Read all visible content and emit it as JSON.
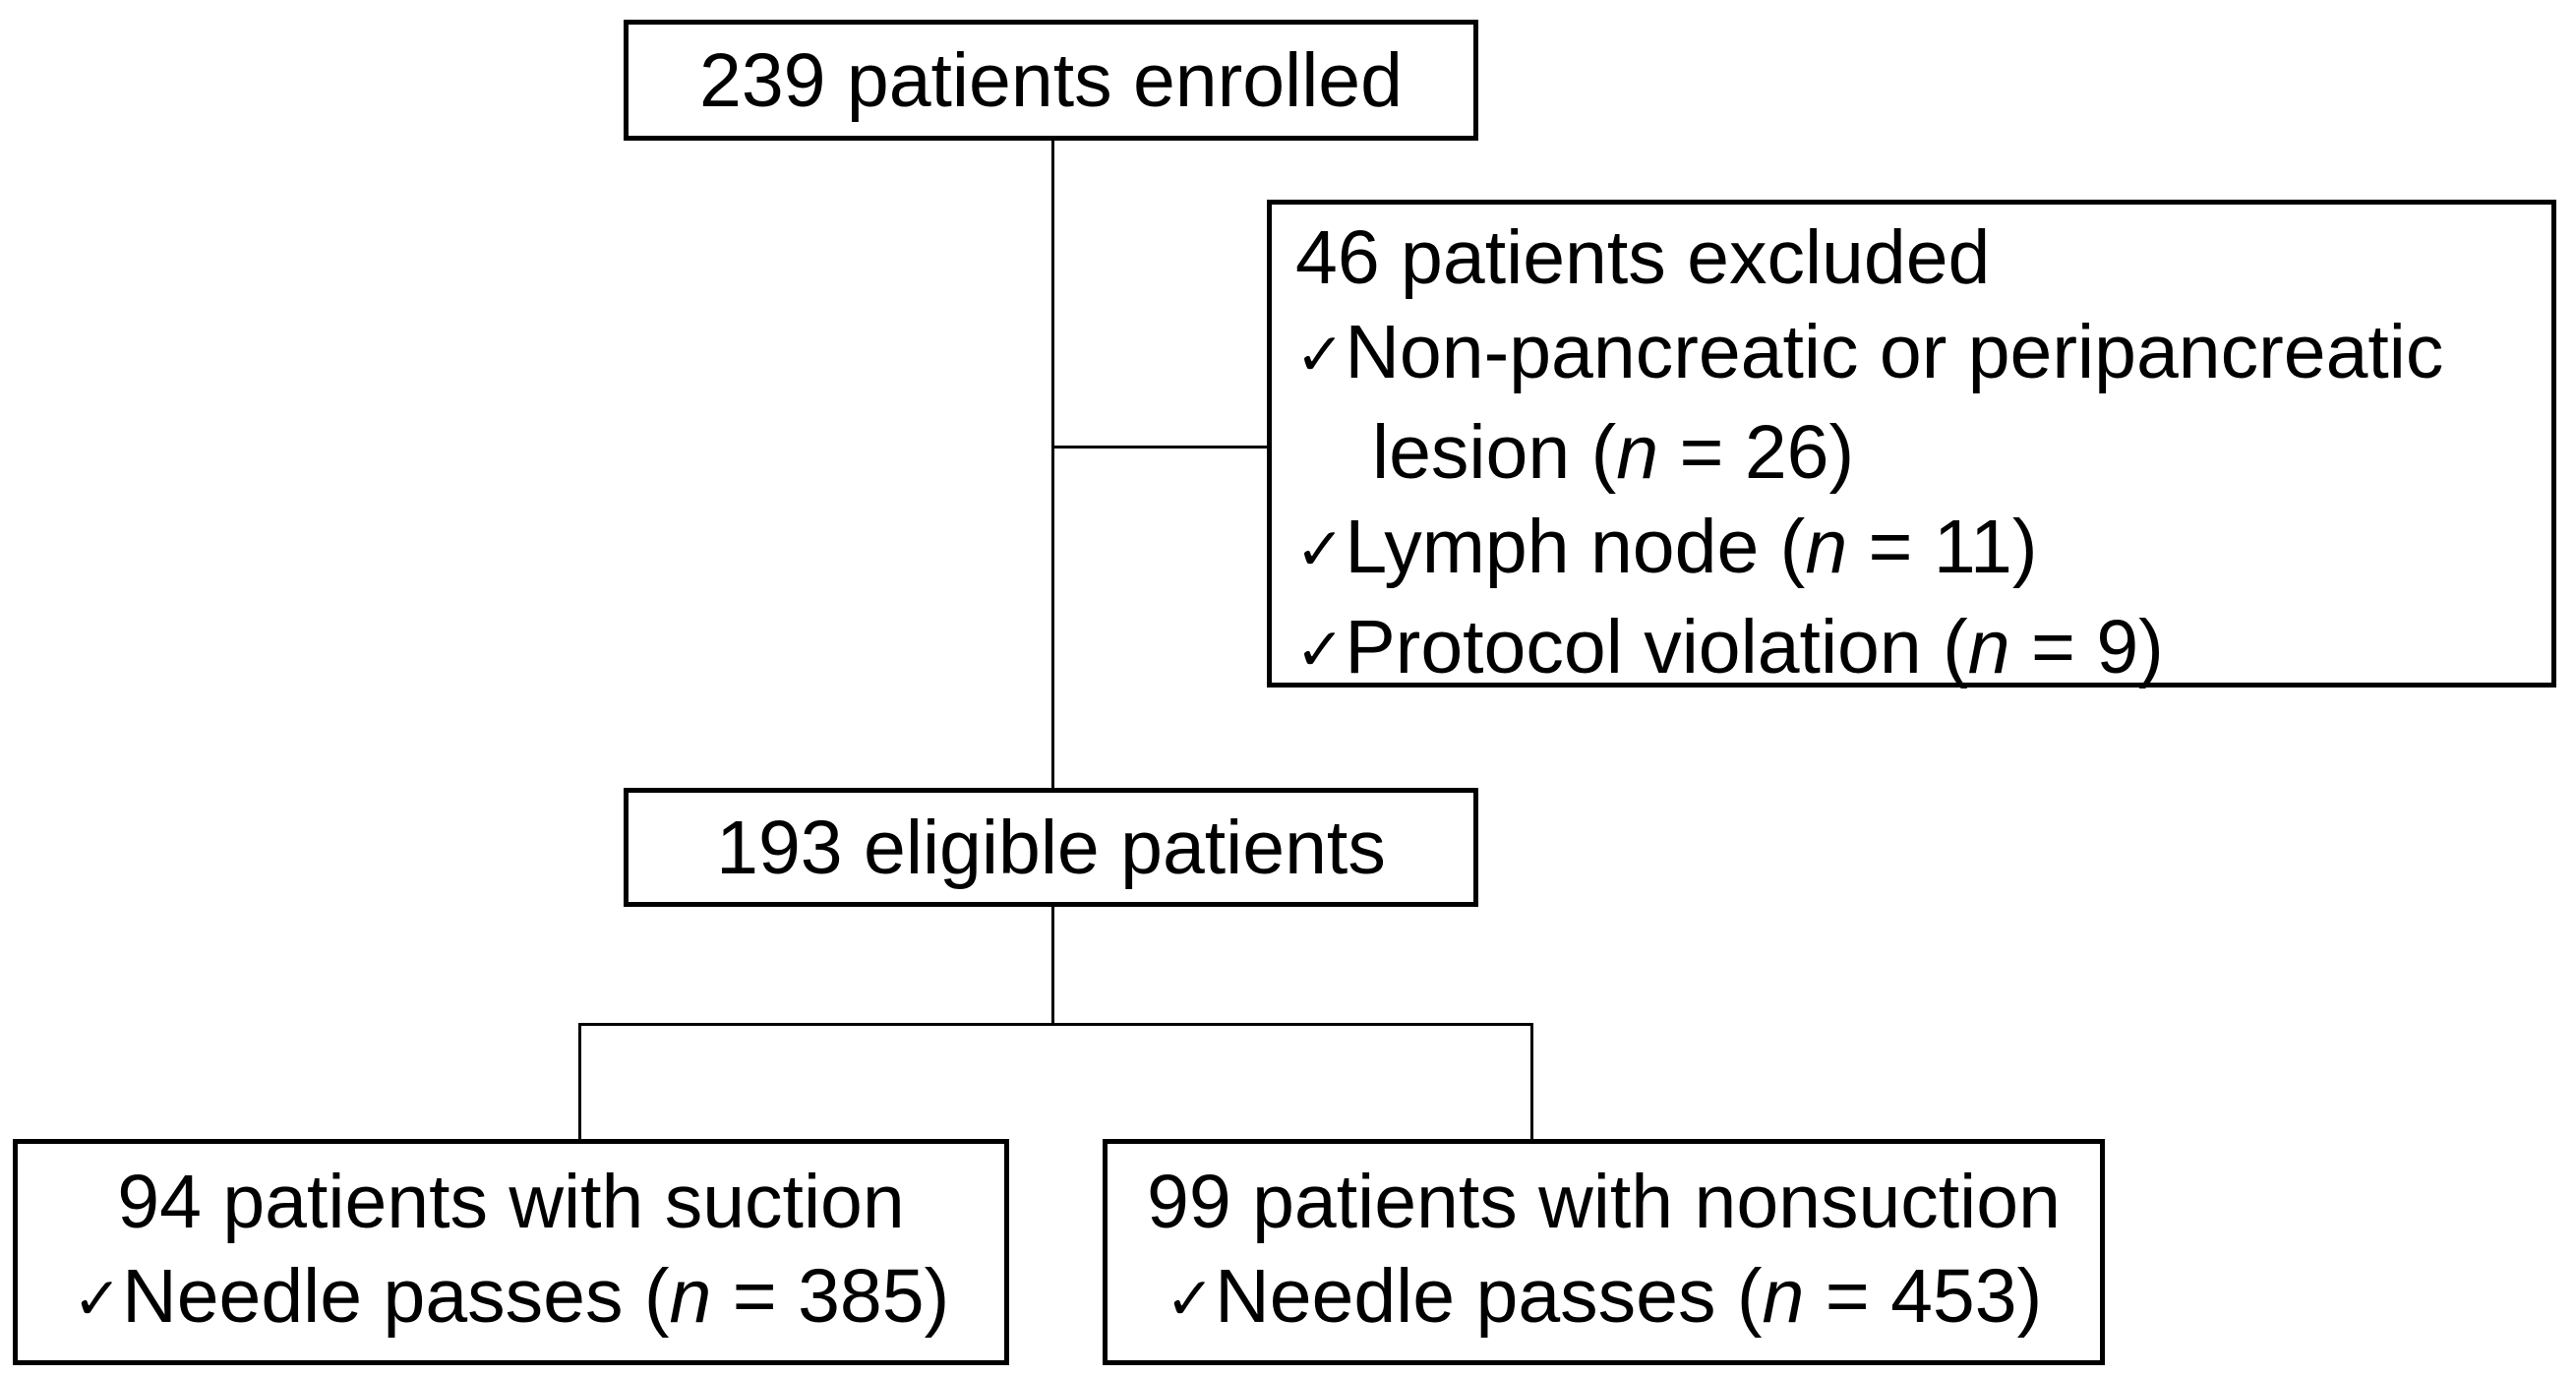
{
  "flowchart": {
    "bullet_char": "✓",
    "enrolled": {
      "text": "239 patients enrolled"
    },
    "excluded": {
      "title": "46 patients excluded",
      "items": [
        {
          "line1": "Non-pancreatic or peripancreatic",
          "line2_pre": "lesion (",
          "var": "n",
          "line2_post": " = 26)"
        },
        {
          "pre": "Lymph node (",
          "var": "n",
          "post": " = 11)"
        },
        {
          "pre": "Protocol violation (",
          "var": "n",
          "post": " = 9)"
        }
      ]
    },
    "eligible": {
      "text": "193 eligible patients"
    },
    "suction": {
      "line1": "94 patients with suction",
      "line2_pre": "Needle passes (",
      "var": "n",
      "line2_post": " = 385)"
    },
    "nonsuction": {
      "line1": "99 patients with nonsuction",
      "line2_pre": "Needle passes (",
      "var": "n",
      "line2_post": " = 453)"
    }
  },
  "colors": {
    "background": "#ffffff",
    "text": "#000000",
    "box_border": "#000000",
    "connector": "#000000"
  }
}
